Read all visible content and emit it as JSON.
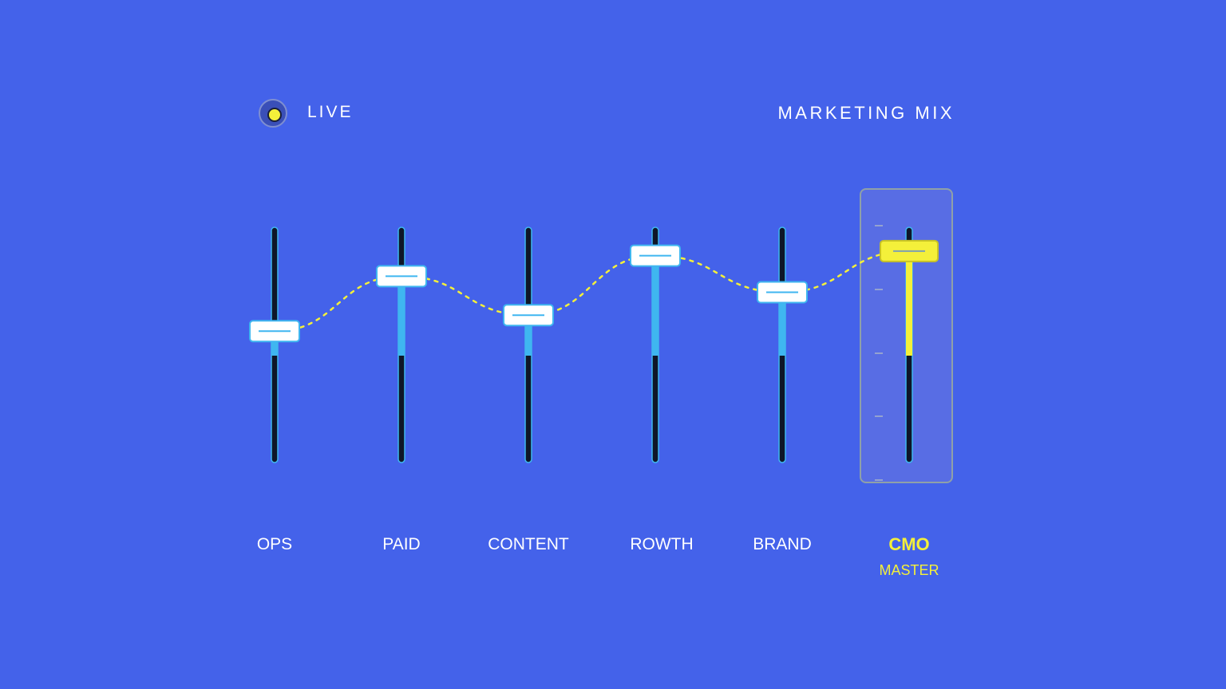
{
  "header": {
    "live_label": "LIVE",
    "title": "MARKETING MIX"
  },
  "colors": {
    "background": "#4462EA",
    "track": "#0E1628",
    "level_fill": "#3FB6F0",
    "knob": "#FFFFFF",
    "master_accent": "#F4F03A",
    "curve": "#F4F03A"
  },
  "channels": [
    {
      "label": "OPS",
      "sub": "",
      "level": 0.56,
      "master": false
    },
    {
      "label": "PAID",
      "sub": "",
      "level": 0.8,
      "master": false
    },
    {
      "label": "CONTENT",
      "sub": "",
      "level": 0.63,
      "master": false
    },
    {
      "label": "ROWTH",
      "sub": "",
      "level": 0.89,
      "master": false
    },
    {
      "label": "BRAND",
      "sub": "",
      "level": 0.73,
      "master": false
    },
    {
      "label": "CMO",
      "sub": "MASTER",
      "level": 0.91,
      "master": true
    }
  ]
}
